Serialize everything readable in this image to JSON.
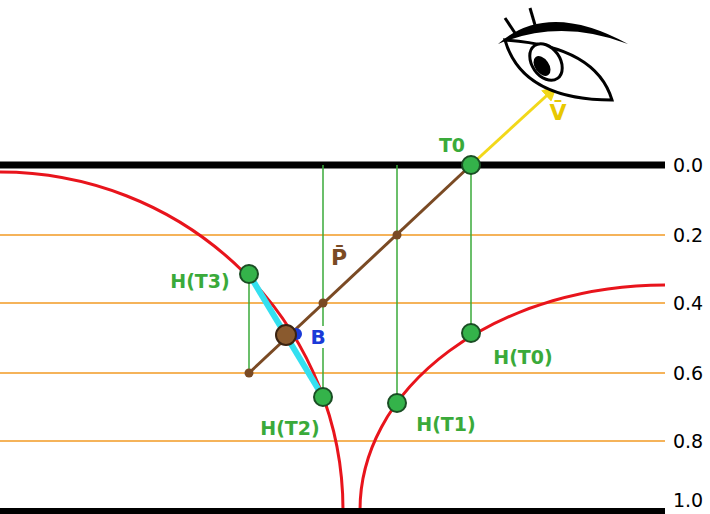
{
  "diagram": {
    "labels": [
      "T0",
      "V̄",
      "0.0",
      "0.2",
      "P̄",
      "H(T3)",
      "0.4",
      "B",
      "H(T0)",
      "0.6",
      "H(T2)",
      "H(T1)",
      "0.8",
      "1.0"
    ]
  }
}
